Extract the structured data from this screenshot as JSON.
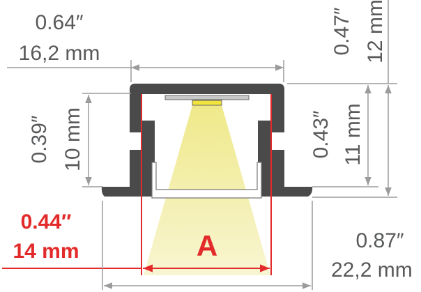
{
  "top_width": {
    "inch": "0.64″",
    "mm": "16,2 mm"
  },
  "total_height": {
    "inch": "0.47″",
    "mm": "12 mm"
  },
  "inner_height_right": {
    "inch": "0.43″",
    "mm": "11 mm"
  },
  "inner_height_left": {
    "inch": "0.39″",
    "mm": "10 mm"
  },
  "flange_width": {
    "inch": "0.87″",
    "mm": "22,2 mm"
  },
  "opening_width": {
    "inch": "0.44″",
    "mm": "14 mm",
    "label": "A"
  },
  "colors": {
    "profile": "#4a4a4a",
    "accent": "#e32a2a",
    "light": "#f3ef9f",
    "led": "#f2e33c",
    "line": "#9b9b9b"
  }
}
